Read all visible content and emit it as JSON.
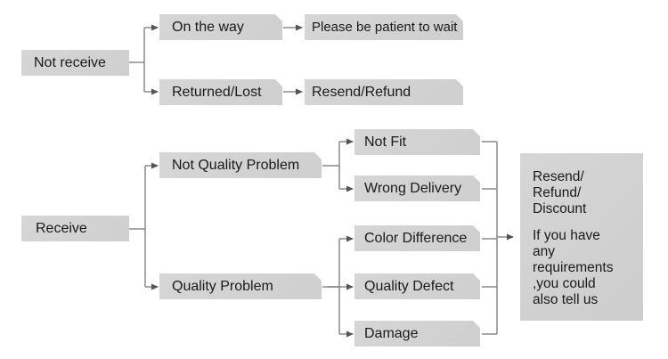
{
  "not_receive": {
    "label": "Not receive",
    "on_the_way": "On the way",
    "please_wait": "Please be patient to wait",
    "returned_lost": "Returned/Lost",
    "resend_refund": "Resend/Refund"
  },
  "receive": {
    "label": "Receive",
    "not_quality_problem": "Not Quality Problem",
    "quality_problem": "Quality Problem",
    "not_fit": "Not Fit",
    "wrong_delivery": "Wrong Delivery",
    "color_difference": "Color Difference",
    "quality_defect": "Quality Defect",
    "damage": "Damage"
  },
  "result": {
    "line1": "Resend/\nRefund/\nDiscount",
    "line2": "If you have\nany\nrequirements\n,you could\nalso tell us"
  },
  "colors": {
    "box": "#d2d2d2",
    "line": "#8a8a8a",
    "arrow": "#444444"
  }
}
